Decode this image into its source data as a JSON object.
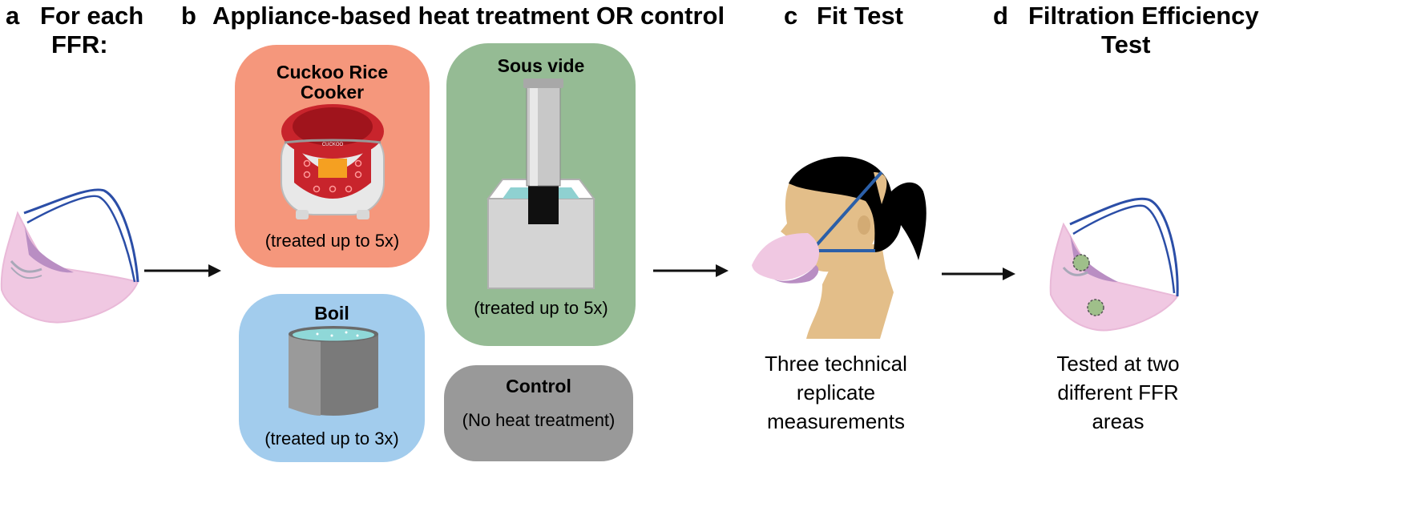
{
  "panels": {
    "a": {
      "letter": "a",
      "title_line1": "For each",
      "title_line2": "FFR:"
    },
    "b": {
      "letter": "b",
      "title": "Appliance-based heat treatment OR control"
    },
    "c": {
      "letter": "c",
      "title": "Fit Test",
      "caption_lines": [
        "Three technical",
        "replicate",
        "measurements"
      ]
    },
    "d": {
      "letter": "d",
      "title_line1": "Filtration Efficiency",
      "title_line2": "Test",
      "caption_lines": [
        "Tested at two",
        "different FFR",
        "areas"
      ]
    }
  },
  "treatments": {
    "rice_cooker": {
      "title_line1": "Cuckoo Rice",
      "title_line2": "Cooker",
      "note": "(treated up to 5x)",
      "color": "#f5977c",
      "brand": "CUCKOO"
    },
    "sous_vide": {
      "title": "Sous vide",
      "note": "(treated up to 5x)",
      "color": "#95bb94"
    },
    "boil": {
      "title": "Boil",
      "note": "(treated up to 3x)",
      "color": "#a2cced"
    },
    "control": {
      "title": "Control",
      "note": "(No heat treatment)",
      "color": "#999999"
    }
  }
}
